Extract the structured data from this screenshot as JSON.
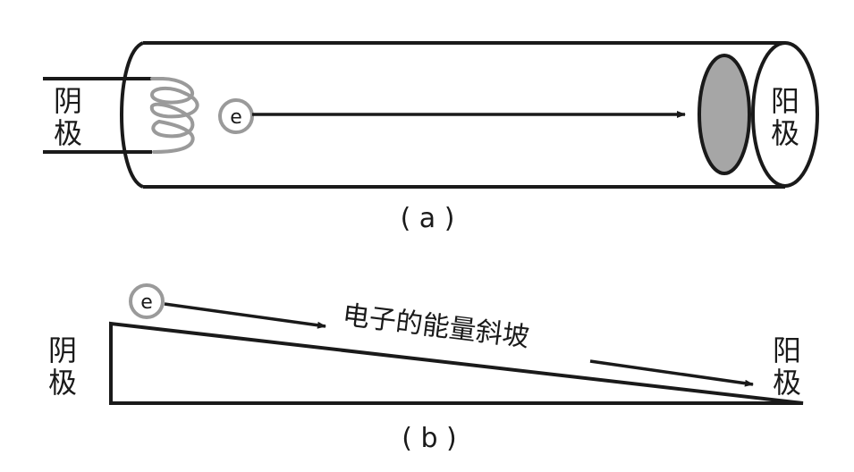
{
  "diagram_a": {
    "cathode_label_line1": "阴",
    "cathode_label_line2": "极",
    "anode_label_line1": "阳",
    "anode_label_line2": "极",
    "electron_symbol": "e",
    "caption": "( a )"
  },
  "diagram_b": {
    "cathode_label_line1": "阴",
    "cathode_label_line2": "极",
    "anode_label_line1": "阳",
    "anode_label_line2": "极",
    "electron_symbol": "e",
    "slope_label": "电子的能量斜坡",
    "caption": "( b )"
  },
  "colors": {
    "stroke": "#1a1a1a",
    "filament_gray": "#9a9a9a",
    "anode_fill": "#a6a6a6"
  }
}
